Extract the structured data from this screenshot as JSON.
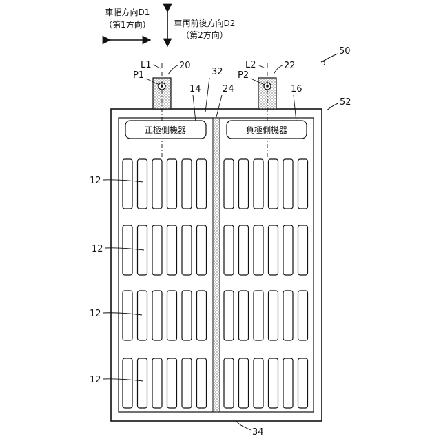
{
  "legend": {
    "d1_line1": "車幅方向D1",
    "d1_line2": "（第1方向）",
    "d2_line1": "車両前後方向D2",
    "d2_line2": "（第2方向）"
  },
  "labels": {
    "pack": "50",
    "case": "52",
    "terminal_pos": "20",
    "terminal_neg": "22",
    "line_pos": "L1",
    "line_neg": "L2",
    "point_pos": "P1",
    "point_neg": "P2",
    "region_32": "32",
    "device_pos_ref": "14",
    "partition": "24",
    "device_neg_ref": "16",
    "bottom": "34",
    "module_row_1": "12",
    "module_row_2": "12",
    "module_row_3": "12",
    "module_row_4": "12"
  },
  "devices": {
    "positive": "正極側機器",
    "negative": "負極側機器"
  },
  "module_layout": {
    "rows": 4,
    "cells_per_side": 6
  }
}
